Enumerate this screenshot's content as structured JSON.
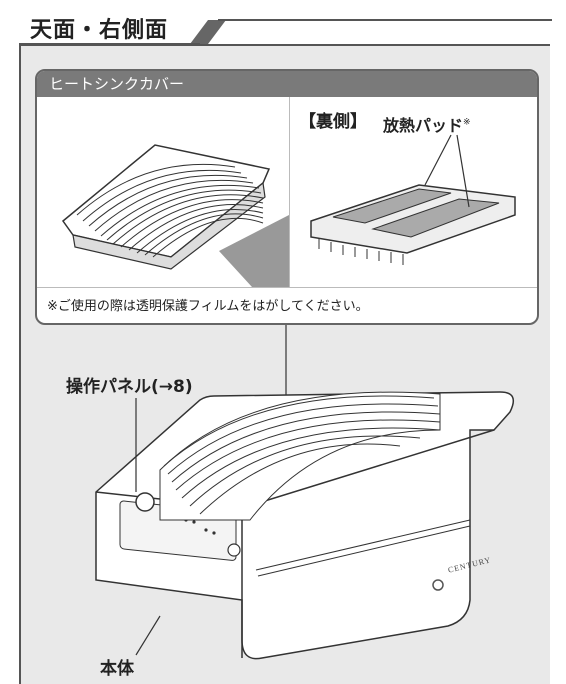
{
  "section_title": "天面・右側面",
  "card": {
    "header": "ヒートシンクカバー",
    "back_label": "【裏側】",
    "pad_label": "放熱パッド",
    "pad_mark": "※",
    "note": "※ご使用の際は透明保護フィルムをはがしてください。"
  },
  "labels": {
    "operation_panel": "操作パネル(→8)",
    "main_body": "本体",
    "brand_logo": "CENTURY"
  }
}
